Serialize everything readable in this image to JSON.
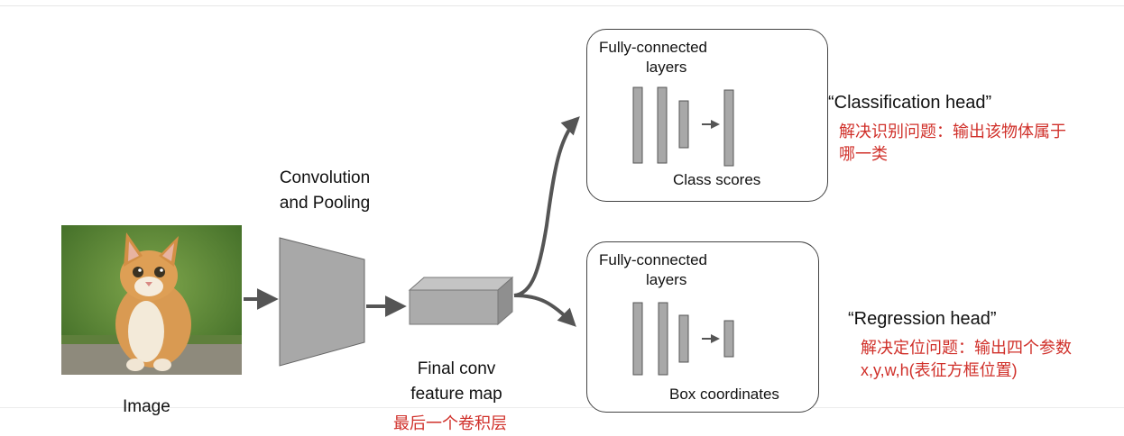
{
  "input": {
    "label": "Image"
  },
  "conv": {
    "label_line1": "Convolution",
    "label_line2": "and Pooling"
  },
  "feature_map": {
    "label_line1": "Final conv",
    "label_line2": "feature map",
    "annotation": "最后一个卷积层"
  },
  "classification": {
    "fc_line1": "Fully-connected",
    "fc_line2": "layers",
    "output_label": "Class scores",
    "head_title": "“Classification head”",
    "annotation_line1": "解决识别问题：输出该物体属于",
    "annotation_line2": "哪一类"
  },
  "regression": {
    "fc_line1": "Fully-connected",
    "fc_line2": "layers",
    "output_label": "Box coordinates",
    "head_title": "“Regression head”",
    "annotation_line1": "解决定位问题：输出四个参数",
    "annotation_line2": "x,y,w,h(表征方框位置)"
  },
  "colors": {
    "shape_fill": "#a8a8a8",
    "shape_stroke": "#555555",
    "arrow": "#555555",
    "annotation_red": "#d0302a"
  }
}
